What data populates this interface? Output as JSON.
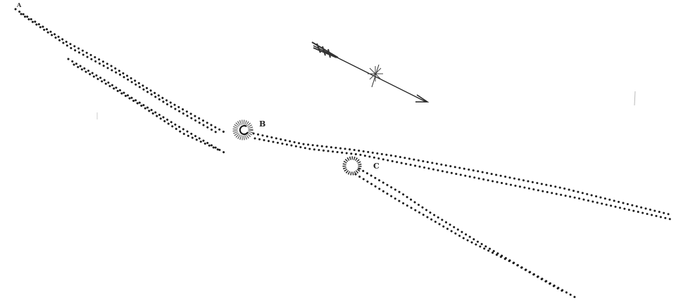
{
  "labels": {
    "a": "A",
    "b": "B",
    "c": "C"
  },
  "colors": {
    "ink": "#1c1c1c",
    "paper": "#ffffff",
    "scribble": "#555555"
  }
}
